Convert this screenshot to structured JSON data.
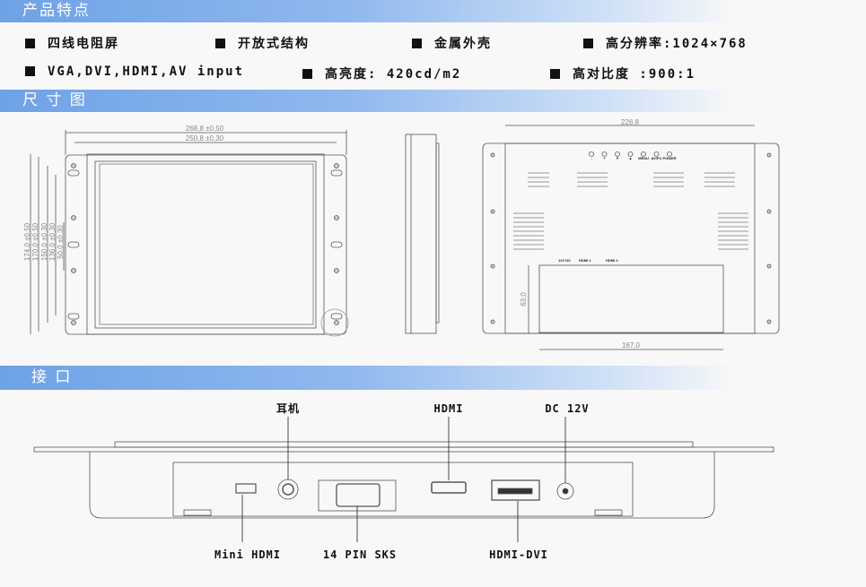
{
  "sections": {
    "features": "产品特点",
    "dimensions": "尺 寸 图",
    "interfaces": "接 口"
  },
  "features": [
    "四线电阻屏",
    "开放式结构",
    "金属外壳",
    "高分辨率:1024×768",
    "VGA,DVI,HDMI,AV input",
    "高亮度: 420cd/m2",
    "高对比度 :900:1"
  ],
  "front_dims": {
    "w1": "268,8 ±0,50",
    "w2": "250,8 ±0,30",
    "h": [
      "174,0 ±0,50",
      "170,0 ±0,50",
      "150,0 ±0,30",
      "136,0 ±0,30",
      "50,0 ±0,30"
    ]
  },
  "back_dims": {
    "width": "226,8",
    "height": "63,0",
    "bottom": "167,0",
    "buttons": [
      "-",
      "+",
      "▼",
      "▲",
      "MENU",
      "AV/PC",
      "POWER"
    ],
    "ports": [
      "12V DC",
      "HDMI 1",
      "HDMI 2"
    ]
  },
  "interface_labels": {
    "earphone": "耳机",
    "hdmi": "HDMI",
    "dc": "DC 12V",
    "mini_hdmi": "Mini HDMI",
    "pin": "14 PIN SKS",
    "hdmi_dvi": "HDMI-DVI"
  }
}
